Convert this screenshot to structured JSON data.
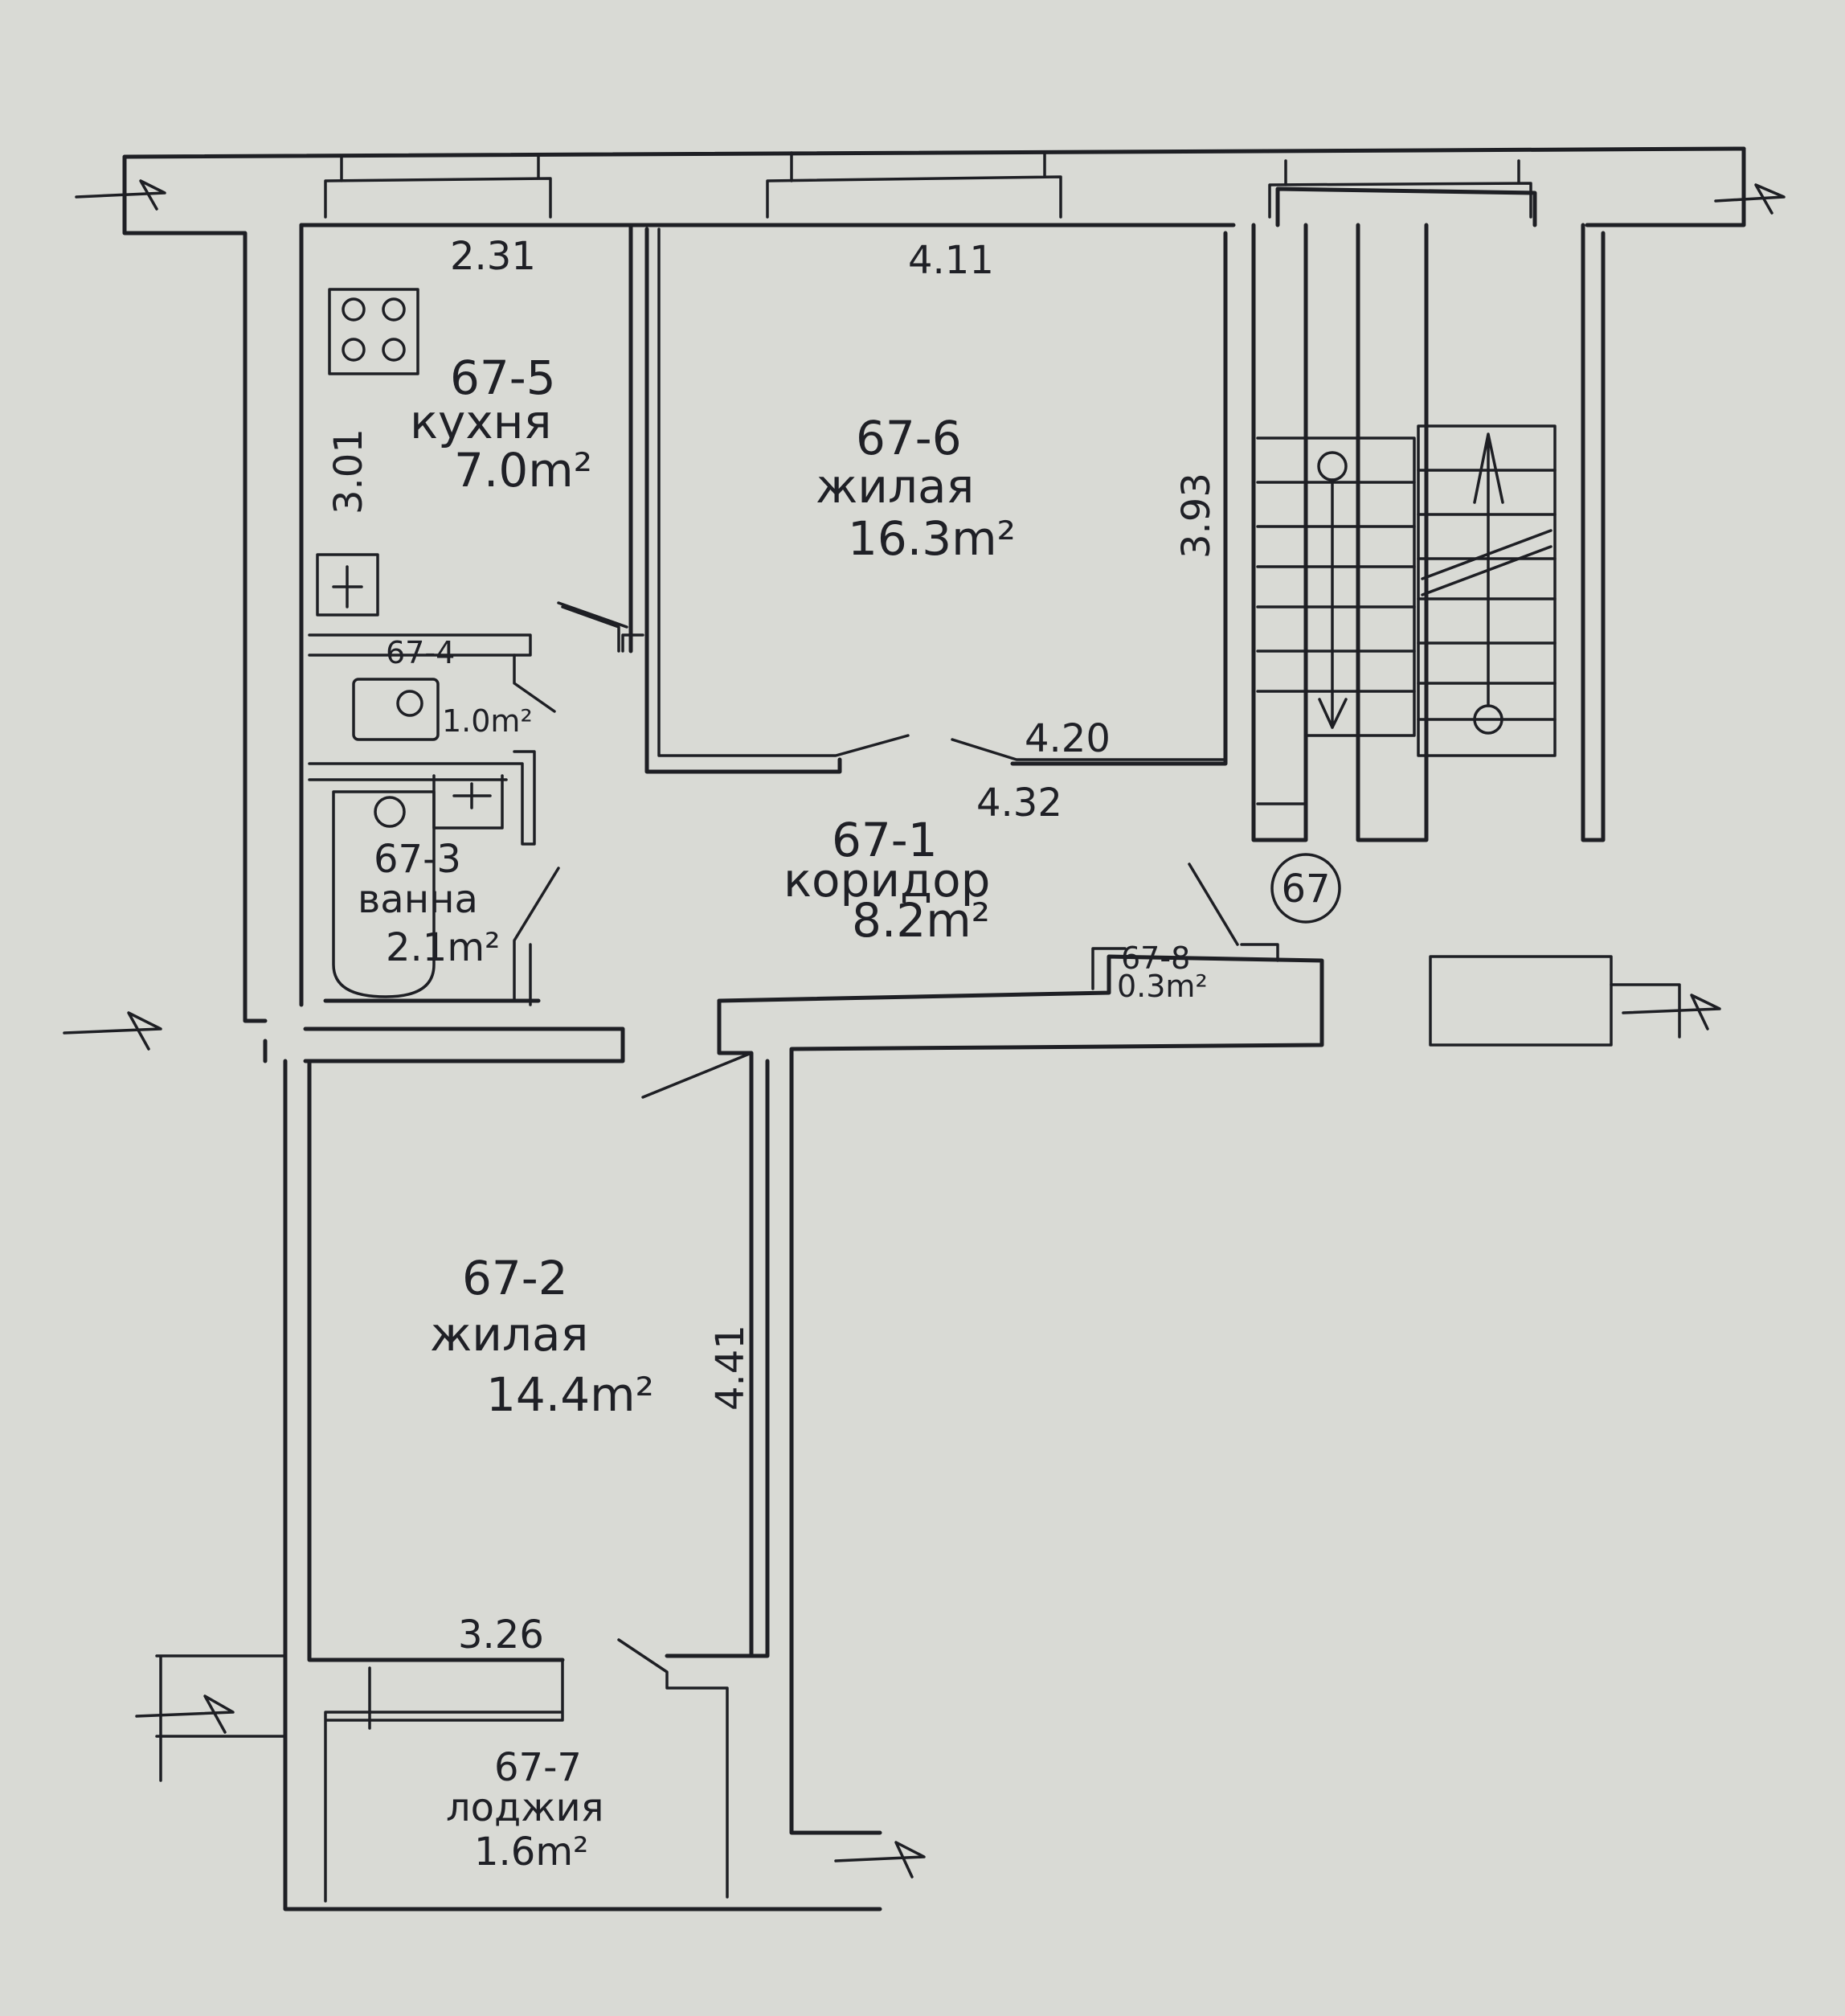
{
  "apartment_number": "67",
  "rooms": [
    {
      "id": "67-5",
      "name": "кухня",
      "area": "7.0m²"
    },
    {
      "id": "67-6",
      "name": "жилая",
      "area": "16.3m²"
    },
    {
      "id": "67-4",
      "name": "",
      "area": "1.0m²"
    },
    {
      "id": "67-3",
      "name": "ванна",
      "area": "2.1m²"
    },
    {
      "id": "67-1",
      "name": "коридор",
      "area": "8.2m²"
    },
    {
      "id": "67-8",
      "name": "",
      "area": "0.3m²"
    },
    {
      "id": "67-2",
      "name": "жилая",
      "area": "14.4m²"
    },
    {
      "id": "67-7",
      "name": "лоджия",
      "area": "1.6m²"
    }
  ],
  "dimensions": {
    "kitchen_width": "2.31",
    "kitchen_depth": "3.01",
    "living_width": "4.11",
    "living_depth": "3.93",
    "living_bottom": "4.20",
    "corridor_length": "4.32",
    "bedroom_depth": "4.41",
    "bedroom_width": "3.26"
  }
}
